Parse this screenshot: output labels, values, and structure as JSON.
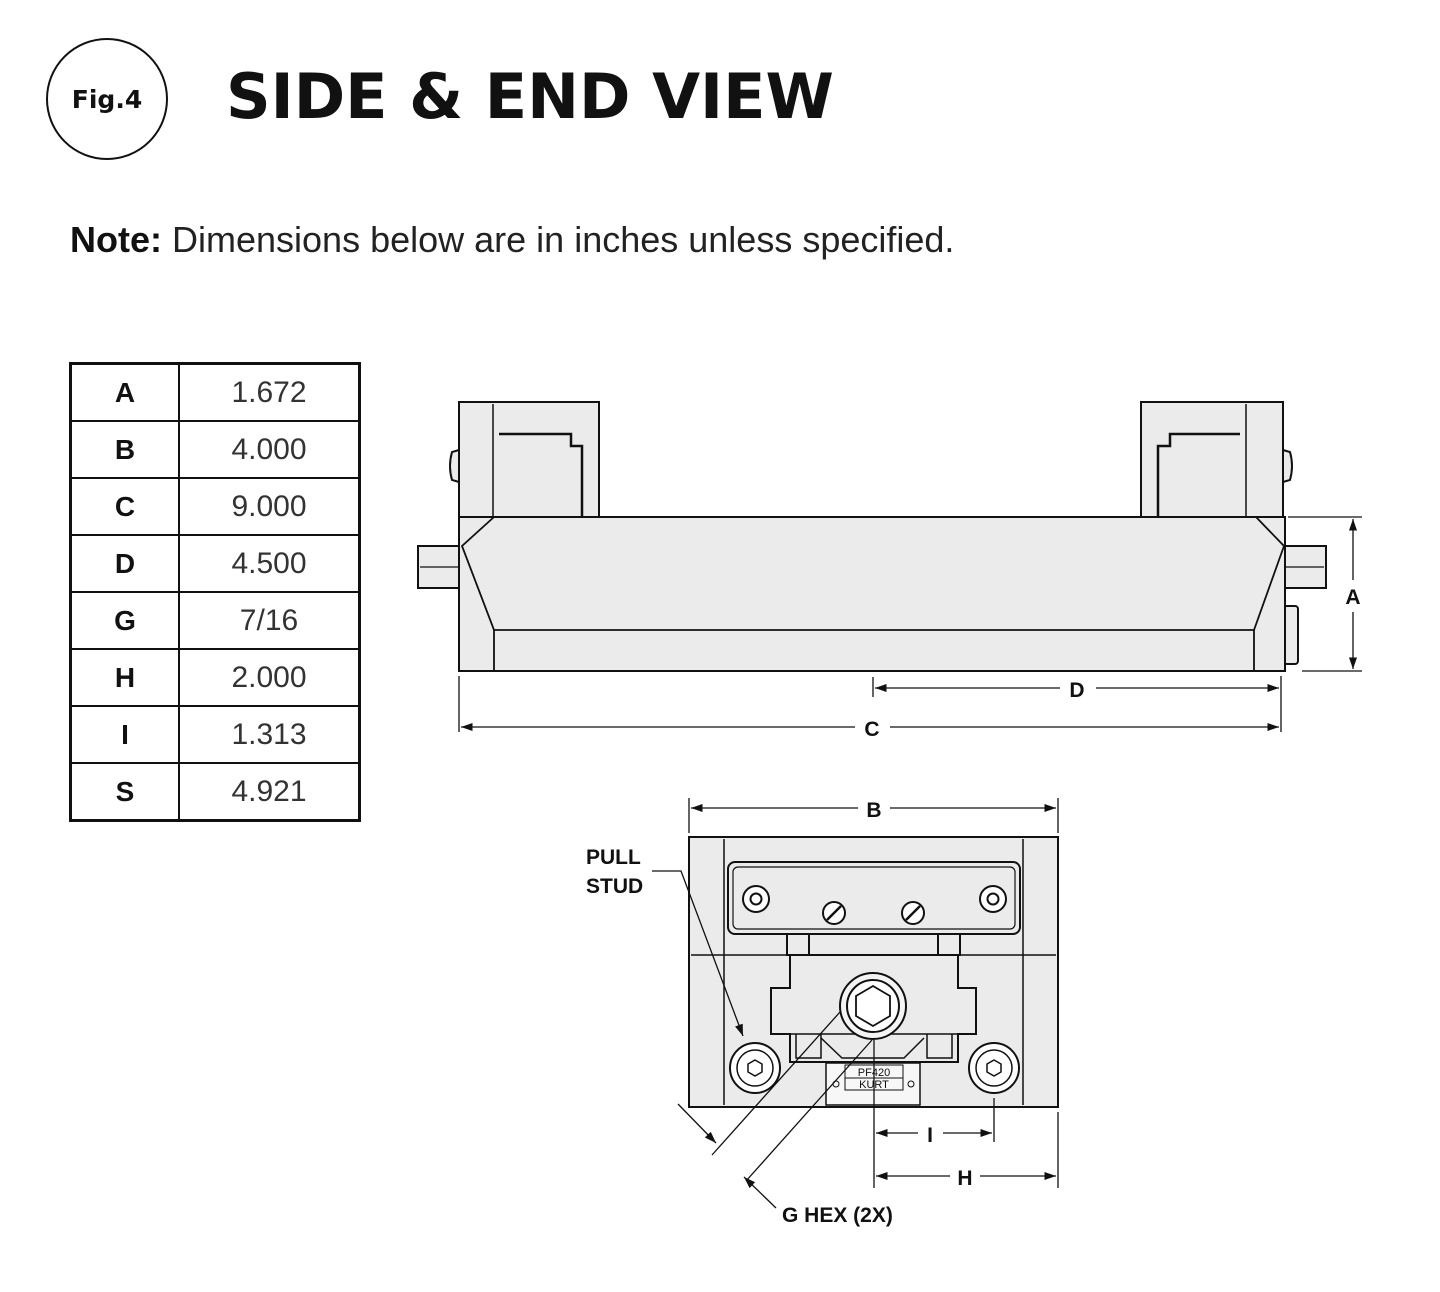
{
  "header": {
    "fig_label": "Fig.4",
    "title": "SIDE & END VIEW"
  },
  "note": {
    "label": "Note:",
    "text": " Dimensions below are in inches unless specified."
  },
  "dimension_table": [
    {
      "key": "A",
      "value": "1.672"
    },
    {
      "key": "B",
      "value": "4.000"
    },
    {
      "key": "C",
      "value": "9.000"
    },
    {
      "key": "D",
      "value": "4.500"
    },
    {
      "key": "G",
      "value": "7/16"
    },
    {
      "key": "H",
      "value": "2.000"
    },
    {
      "key": "I",
      "value": "1.313"
    },
    {
      "key": "S",
      "value": "4.921"
    }
  ],
  "side_view": {
    "dim_a": "A",
    "dim_c": "C",
    "dim_d": "D"
  },
  "end_view": {
    "dim_b": "B",
    "dim_h": "H",
    "dim_i": "I",
    "pull_stud_line1": "PULL",
    "pull_stud_line2": "STUD",
    "g_hex": "G HEX (2X)",
    "plate_line1": "PF420",
    "plate_line2": "KURT"
  },
  "colors": {
    "body_fill": "#ebebeb",
    "line": "#111111",
    "background": "#ffffff"
  }
}
